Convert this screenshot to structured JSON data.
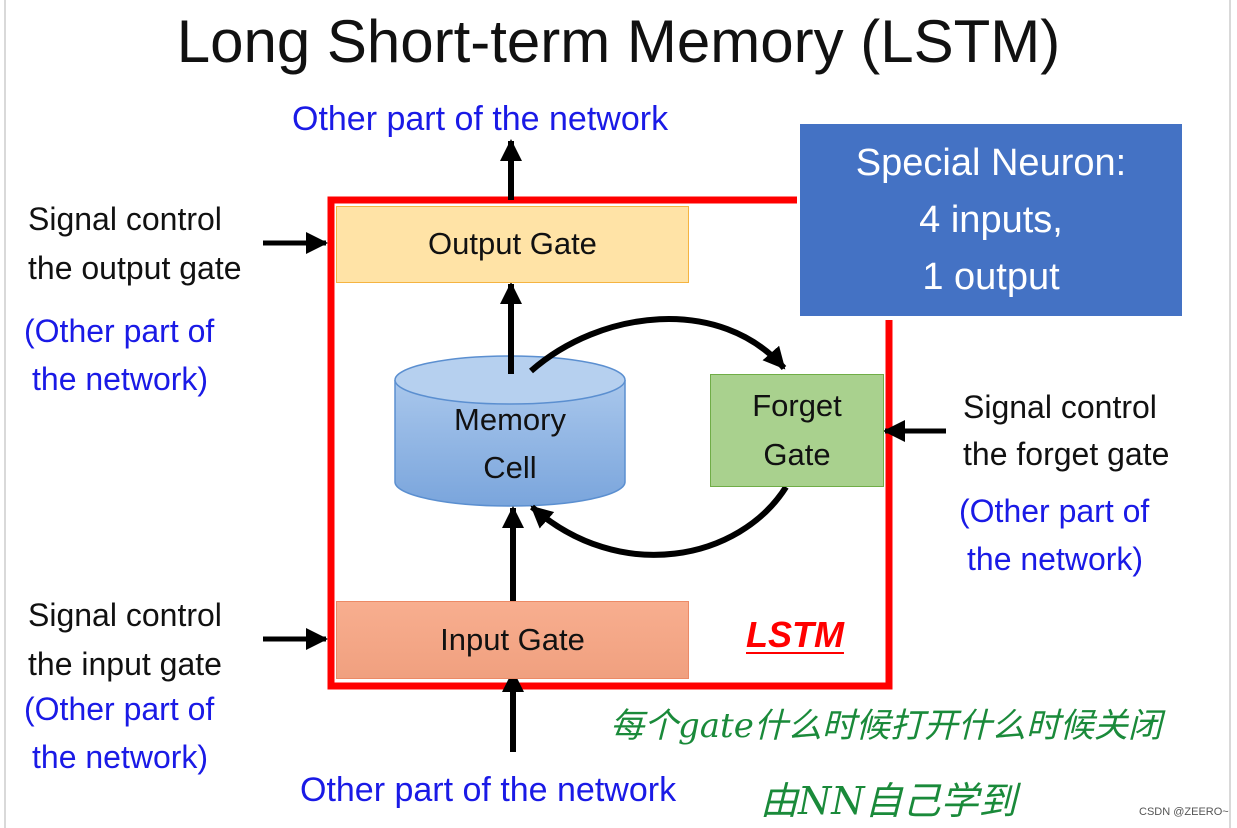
{
  "title": "Long Short-term Memory (LSTM)",
  "top_label": "Other part of the network",
  "bottom_label": "Other part of the network",
  "special_neuron": {
    "line1": "Special Neuron:",
    "line2": "4 inputs,",
    "line3": "1 output"
  },
  "gates": {
    "output": "Output Gate",
    "input": "Input Gate",
    "forget_line1": "Forget",
    "forget_line2": "Gate"
  },
  "memory_cell": {
    "line1": "Memory",
    "line2": "Cell"
  },
  "lstm_label": "LSTM",
  "signals": {
    "output": {
      "line1": "Signal control",
      "line2": "the output gate",
      "src1": "(Other part of",
      "src2": "the network)"
    },
    "input": {
      "line1": "Signal control",
      "line2": "the input gate",
      "src1": "(Other part of",
      "src2": "the network)"
    },
    "forget": {
      "line1": "Signal control",
      "line2": "the forget gate",
      "src1": "(Other part of",
      "src2": "the network)"
    }
  },
  "handwritten_note": {
    "line1": "每个gate什么时候打开什么时候关闭",
    "line2": "由NN自己学到"
  },
  "watermark": "CSDN @ZEERO~",
  "colors": {
    "lstm_border": "#ff0000",
    "special_neuron": "#4472c4",
    "output_gate": "#ffe3a6",
    "input_gate": "#f4a886",
    "forget_gate": "#a9d18e",
    "memory_cell": "#8fb6e3",
    "blue_text": "#1a1ae6",
    "handwriting": "#1a8a3a"
  }
}
